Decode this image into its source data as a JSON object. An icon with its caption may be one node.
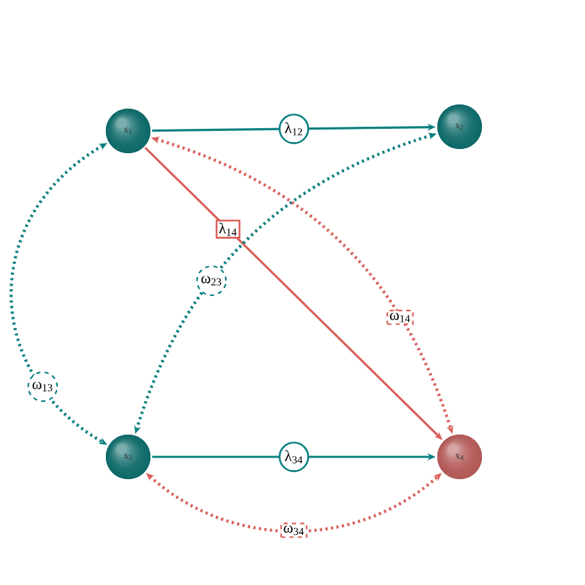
{
  "diagram": {
    "nodes": [
      {
        "text": [
          "x$_{1}$"
        ]
      },
      {
        "text": [
          "x$_{2}$"
        ]
      },
      {
        "text": [
          "x$_{3}$"
        ]
      },
      {
        "text": [
          "x$_{4}$"
        ]
      }
    ],
    "edges": [
      {
        "from": 0,
        "to": 1,
        "arrow": "to",
        "label": "λ$_{12}$"
      },
      {
        "from": 0,
        "to": 3,
        "arrow": "to",
        "label": "λ$_{14}$",
        "color": "#d9605a"
      },
      {
        "from": 2,
        "to": 3,
        "arrow": "to",
        "label": "λ$_{34}$"
      },
      {
        "from": 0,
        "to": 2,
        "arrow": "both",
        "label": "ω$_{13}$",
        "style": "dashed"
      },
      {
        "from": 1,
        "to": 2,
        "arrow": "both",
        "label": "ω$_{23}$",
        "style": "dashed"
      },
      {
        "from": 0,
        "to": 3,
        "arrow": "both",
        "label": "ω$_{14}$",
        "style": "dashed",
        "color": "#d9605a"
      },
      {
        "from": 2,
        "to": 3,
        "arrow": "both",
        "label": "ω$_{34}$",
        "style": "dashed",
        "color": "#d9605a"
      }
    ]
  }
}
